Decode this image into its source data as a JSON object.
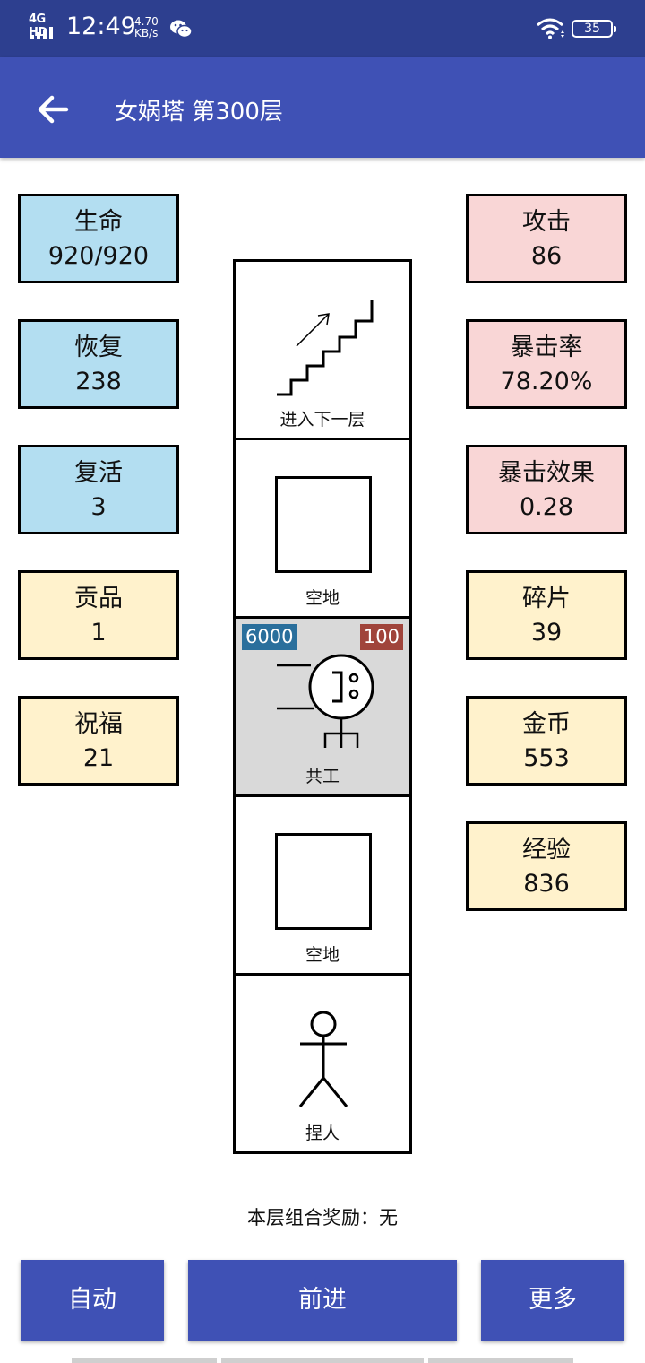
{
  "status_bar": {
    "network": "4G HD",
    "time": "12:49",
    "speed_value": "4.70",
    "speed_unit": "KB/s",
    "battery": "35"
  },
  "app_bar": {
    "title": "女娲塔 第300层",
    "back_icon": "arrow-left-icon"
  },
  "left_stats": [
    {
      "label": "生命",
      "value": "920/920"
    },
    {
      "label": "恢复",
      "value": "238"
    },
    {
      "label": "复活",
      "value": "3"
    },
    {
      "label": "贡品",
      "value": "1"
    },
    {
      "label": "祝福",
      "value": "21"
    }
  ],
  "right_stats": [
    {
      "label": "攻击",
      "value": "86"
    },
    {
      "label": "暴击率",
      "value": "78.20%"
    },
    {
      "label": "暴击效果",
      "value": "0.28"
    },
    {
      "label": "碎片",
      "value": "39"
    },
    {
      "label": "金币",
      "value": "553"
    },
    {
      "label": "经验",
      "value": "836"
    }
  ],
  "tower": {
    "cells": [
      {
        "label": "进入下一层",
        "icon": "stairs-up-icon"
      },
      {
        "label": "空地",
        "icon": "empty-square-icon"
      },
      {
        "label": "共工",
        "icon": "monster-icon",
        "hp": "6000",
        "attack": "100"
      },
      {
        "label": "空地",
        "icon": "empty-square-icon"
      },
      {
        "label": "捏人",
        "icon": "stick-figure-icon"
      }
    ]
  },
  "reward_text": "本层组合奖励：无",
  "buttons": {
    "auto": "自动",
    "forward": "前进",
    "more": "更多"
  },
  "colors": {
    "status_bar": "#2d3f8f",
    "app_bar": "#3f51b5",
    "stat_blue": "#b3def1",
    "stat_pink": "#f9d6d6",
    "stat_yellow": "#fff2cc",
    "badge_blue": "#2a6f9c",
    "badge_red": "#a0443b"
  }
}
